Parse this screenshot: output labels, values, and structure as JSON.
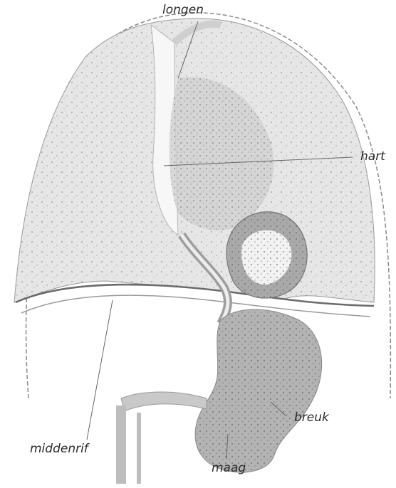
{
  "labels": {
    "longen": "longen",
    "hart": "hart",
    "breuk": "breuk",
    "middenrif": "middenrif",
    "maag": "maag"
  },
  "colors": {
    "lung": "#e4e4e4",
    "organ": "#b3b3b3",
    "line": "#5a5a5a",
    "background": "#ffffff"
  }
}
